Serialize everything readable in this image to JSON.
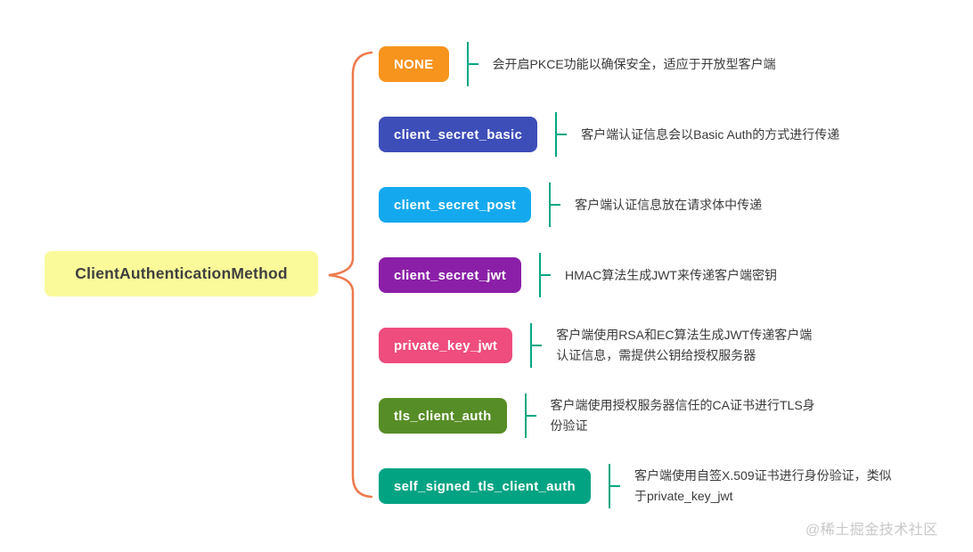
{
  "root": {
    "label": "ClientAuthenticationMethod",
    "bg": "#fafa9b",
    "text_color": "#3f3f3f"
  },
  "brace_color": "#ed7a4d",
  "connector_color": "#00a783",
  "watermark": "@稀土掘金技术社区",
  "branches": [
    {
      "label": "NONE",
      "color": "#f7941e",
      "desc": "会开启PKCE功能以确保安全，适应于开放型客户端"
    },
    {
      "label": "client_secret_basic",
      "color": "#3d4eb8",
      "desc": "客户端认证信息会以Basic Auth的方式进行传递"
    },
    {
      "label": "client_secret_post",
      "color": "#14a9ee",
      "desc": "客户端认证信息放在请求体中传递"
    },
    {
      "label": "client_secret_jwt",
      "color": "#8b1fa8",
      "desc": "HMAC算法生成JWT来传递客户端密钥"
    },
    {
      "label": "private_key_jwt",
      "color": "#ee4d7e",
      "desc": "客户端使用RSA和EC算法生成JWT传递客户端认证信息，需提供公钥给授权服务器"
    },
    {
      "label": "tls_client_auth",
      "color": "#578d26",
      "desc": "客户端使用授权服务器信任的CA证书进行TLS身份验证"
    },
    {
      "label": "self_signed_tls_client_auth",
      "color": "#01a383",
      "desc": "客户端使用自签X.509证书进行身份验证，类似于private_key_jwt"
    }
  ]
}
